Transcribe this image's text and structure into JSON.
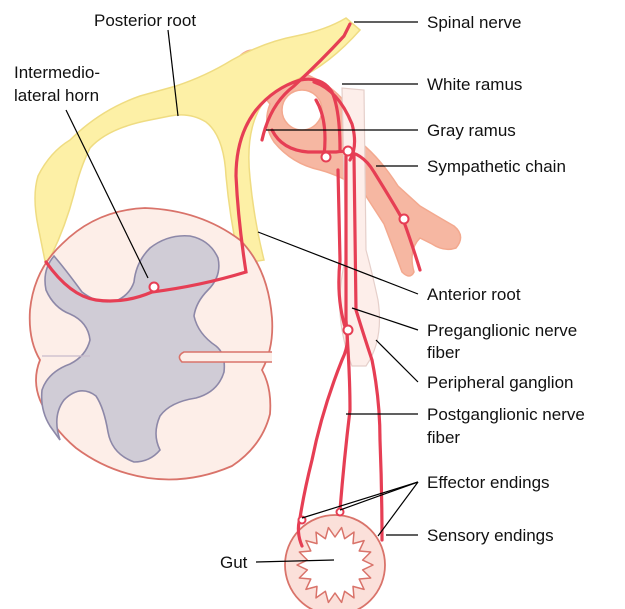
{
  "labels": {
    "posterior_root": "Posterior root",
    "intermediolateral_horn_1": "Intermedio-",
    "intermediolateral_horn_2": "lateral horn",
    "spinal_nerve": "Spinal nerve",
    "white_ramus": "White ramus",
    "gray_ramus": "Gray ramus",
    "sympathetic_chain": "Sympathetic chain",
    "anterior_root": "Anterior root",
    "preganglionic_1": "Preganglionic nerve",
    "preganglionic_2": "fiber",
    "peripheral_ganglion": "Peripheral ganglion",
    "postganglionic_1": "Postganglionic nerve",
    "postganglionic_2": "fiber",
    "effector_endings": "Effector endings",
    "sensory_endings": "Sensory endings",
    "gut": "Gut"
  },
  "colors": {
    "nerve_root_fill": "#fdf0a6",
    "nerve_root_stroke": "#efdc82",
    "cord_fill": "#fdeee8",
    "cord_stroke": "#d9736a",
    "gray_matter_fill": "#d0ccd6",
    "gray_matter_stroke": "#8d88a8",
    "chain_fill": "#f6b7a2",
    "nerve_fiber": "#e63e54",
    "gut_fill": "#fbe0da",
    "gut_stroke": "#d9736a",
    "leader": "#000000",
    "text": "#111111"
  }
}
